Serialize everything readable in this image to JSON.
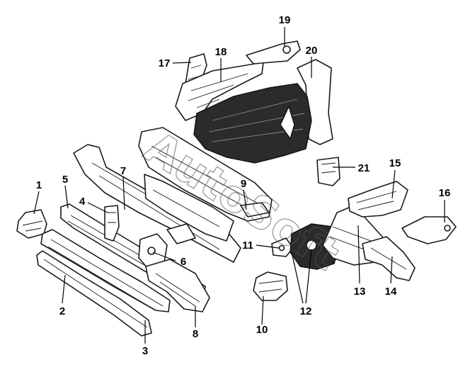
{
  "diagram": {
    "watermark": "AutoSoft",
    "callouts": [
      {
        "label": "1"
      },
      {
        "label": "2"
      },
      {
        "label": "3"
      },
      {
        "label": "4"
      },
      {
        "label": "5"
      },
      {
        "label": "6"
      },
      {
        "label": "7"
      },
      {
        "label": "8"
      },
      {
        "label": "9"
      },
      {
        "label": "10"
      },
      {
        "label": "11"
      },
      {
        "label": "12"
      },
      {
        "label": "13"
      },
      {
        "label": "14"
      },
      {
        "label": "15"
      },
      {
        "label": "16"
      },
      {
        "label": "17"
      },
      {
        "label": "18"
      },
      {
        "label": "19"
      },
      {
        "label": "20"
      },
      {
        "label": "21"
      }
    ]
  }
}
